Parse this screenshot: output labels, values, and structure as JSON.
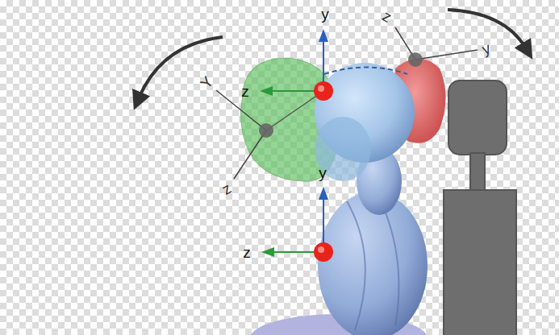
{
  "diagram": {
    "labels": [
      "y",
      "z",
      "z",
      "y",
      "Y",
      "z",
      "y",
      "z"
    ]
  }
}
